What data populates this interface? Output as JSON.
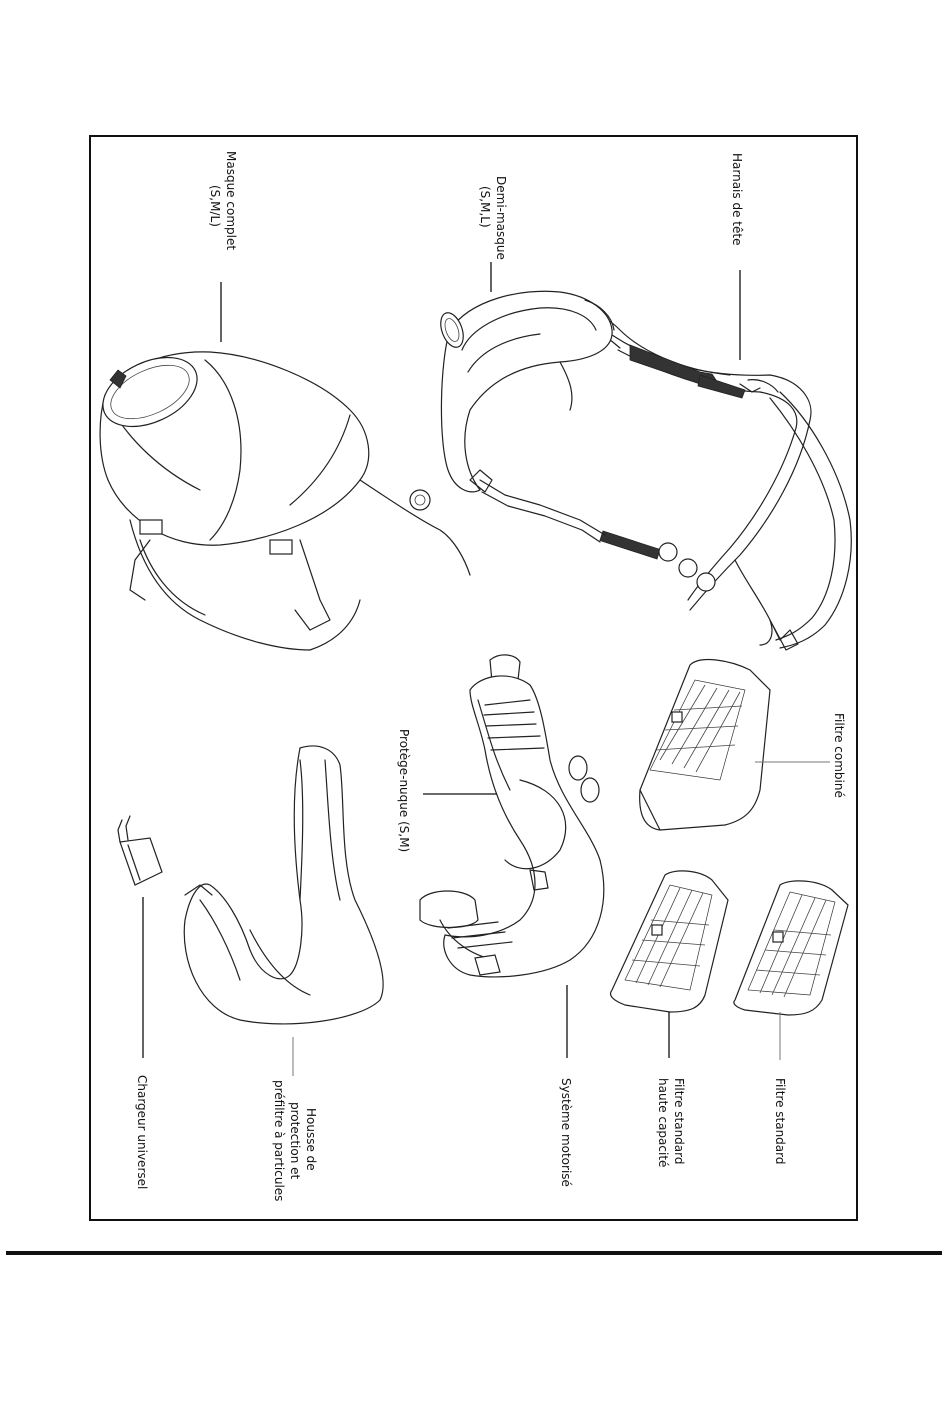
{
  "labels": {
    "harnais": "Harnais de tête",
    "demi_masque_1": "Demi-masque",
    "demi_masque_2": "(S,M,L)",
    "masque_complet_1": "Masque complet",
    "masque_complet_2": "(S,M/L)",
    "protege_nuque": "Protège-nuque (S,M)",
    "filtre_combine": "Filtre combiné",
    "filtre_standard": "Filtre standard",
    "filtre_hc_1": "Filtre standard",
    "filtre_hc_2": "haute capacité",
    "systeme_motorise": "Système motorisé",
    "housse_1": "Housse de",
    "housse_2": "protection et",
    "housse_3": "préfiltre à particules",
    "chargeur": "Chargeur universel"
  }
}
